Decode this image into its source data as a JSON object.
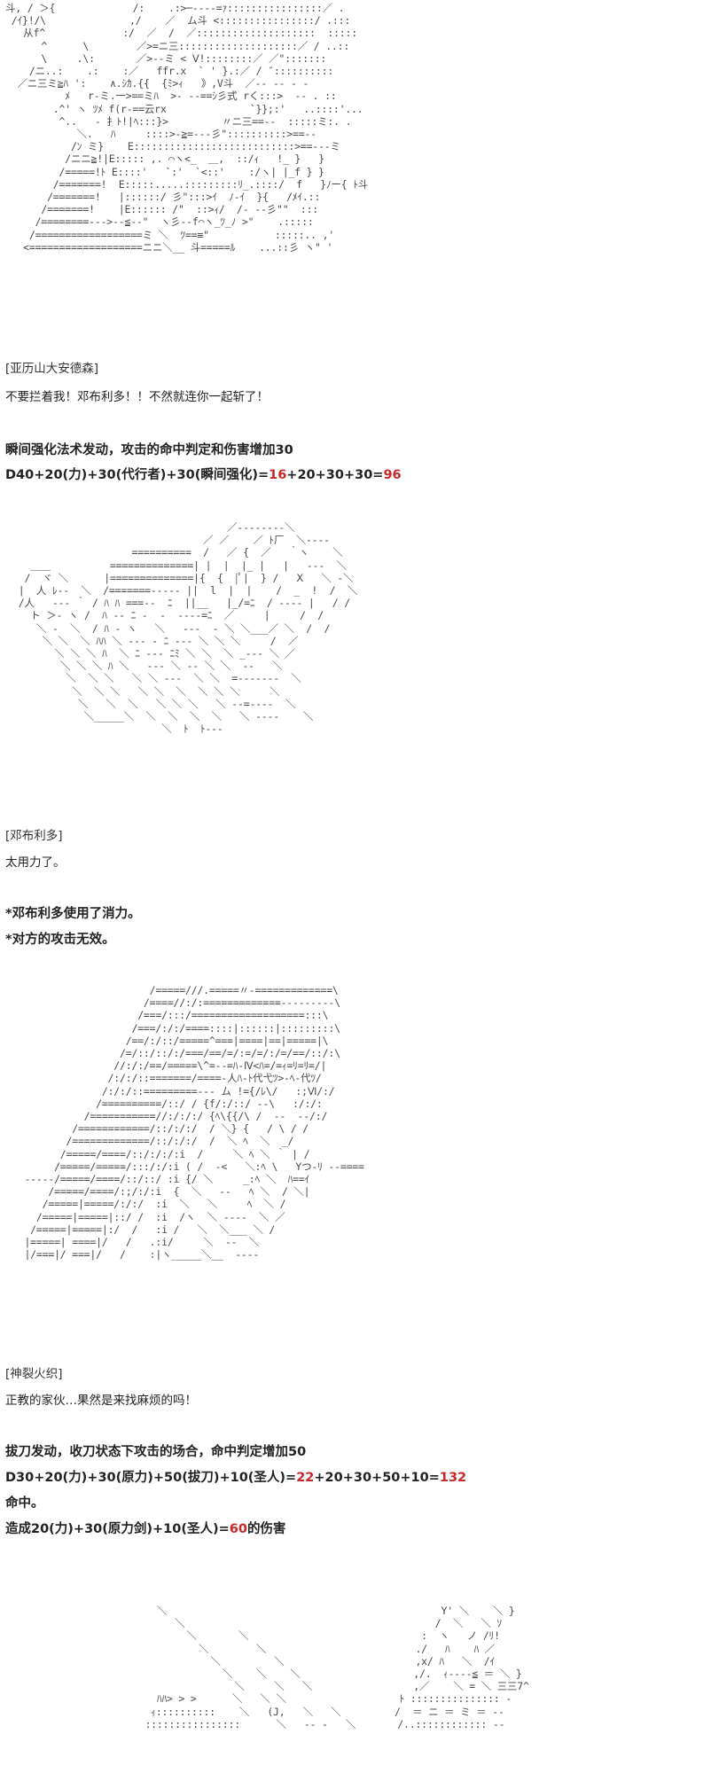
{
  "colors": {
    "text": "#222222",
    "highlight": "#c62828",
    "art": "#4a4a4a"
  },
  "scene1": {
    "art": "斗, / ＞{             /:    .:>─‐‐‐‐=ｧ::::::::::::::::／ .\n /ｲ}!/\\              ,/    ／  ム斗 <::::::::::::::::/ .:::\n   从f^             :/  ／  /  ／::::::::::::::::::::  :::::\n      ^      \\        ／>=ニ三::::::::::::::::::::／ / ..::\n      \\     .\\:       ／>‐‐ミ < Ⅴ!::::::::／ ／\":::::::\n    /ニ..:    .:    :／   ffr.x  ` ' }.:／ / ″::::::::::\n  ／ニ三ミ≧ﾊ ':    ∧.ｼｶ.{{  {ﾐ>ｨ   》,V斗  ／‐‐ ‐‐ ‐ ‐\n          ﾒ   r‐ミ.一>==ミﾊ  >‐ ‐‐==ｼ彡式 rく:::>  ‐‐ . ::\n        .^' ヽ ﾂﾒ f(r‐==云rx              `}};:'   ..::::'...\n         ^..   ‐ 扌ﾄ!|ﾍ:::}>         〃ニ三==‐‐  :::::ミ:. .\n            ＼.   ﾊ     ::::>‐≧=‐‐‐彡\"::::::::::>==‐‐\n           /ﾝ ミ}    E:::::::::::::::::::::::::::>==‐‐‐ミ\n          /ニニ≧!|E::::: ,. ⌒ヽ<_  ＿,  ::/ｨ   !_ }   }\n         /=====!ﾄ E::::'   `:'  `<::'    :/ヽ| |_f } }\n        /=======!  E:::::.....:::::::::ﾘ_.::::/  f   }ﾉー{ ﾄ斗\n       /=======!   |::::::/ 彡\":::>ｲ  ﾉ‐ｲ  }{   /ﾒｲ.::\n      /=======!    |E:::::: /\"  ::>ｨ/  /‐ ‐‐彡\"\"  :::\n     /========‐‐‐>‐‐≦‐‐\"  ヽ彡‐‐f⌒ヽ_ﾂ_ﾉ >\"    .:::::\n    /==================ミ ＼  ﾂ==≡\"           :::::.. ,'\n   <===================ニニ＼__ 斗=====ﾙ    ...::彡 ヽ\" '",
    "speaker": "[亚历山大安德森]",
    "dialogue": "不要拦着我！邓布利多！！不然就连你一起斩了！",
    "skill_line": "瞬间强化法术发动，攻击的命中判定和伤害增加30",
    "roll_formula": "D40+20(力)+30(代行者)+30(瞬间强化)=",
    "roll_die": "16",
    "roll_rest": "+20+30+30=",
    "roll_total": "96"
  },
  "scene2": {
    "art": "                                    ／‐‐‐‐‐‐‐‐＼\n                                ／ ／    ／ ﾄ厂  ＼‐‐‐‐\n                    ==========  /   ／ {  ／   ｀ヽ    ＼\n   ＿＿          ==============| |  |  |_ |   |   ‐‐‐  ＼\n  /  ヾ ＼      |==============|{  {  |ﾟ|  } /   Ⅹ   ＼ ‐＼\n |  人 ﾚ‐‐  ＼  /=======‐‐‐‐‐ ||  l  |  |    /  _  !  /  ＼\n /人   ‐‐‐ ｀ / ﾊ ﾊ ===‐‐  ﾆ  ||__   |_/=ﾆ  / ‐‐‐‐ |   / /\n   ト ＞‐ ヽ /  ﾊ ‐‐ ﾆ ‐  ‐  ‐‐‐‐=ﾆ  ／     |     /  /\n    ＼ ‐  ＼  / ﾊ ‐ ヽ   ＼   ‐‐‐  ‐ ＼ ＼___／ ＼  /  /\n     ＼ ＼  ＼ ﾊﾊ ＼ ‐‐‐ ‐ ﾆ ‐‐‐ ＼ ＼ ＼     /  ／\n       ＼ ＼ ＼ ﾊ  ＼ ﾆ ‐‐‐ ﾆﾐ ＼ ＼  ＼ _‐‐‐ ＼ ／\n        ＼ ＼ ＼ ﾊ ＼   ‐‐‐ ＼ ‐‐ ＼ ＼  ‐‐   ＼\n         ＼  ＼ ＼   ＼ ＼ ‐‐‐  ＼ ＼  =‐‐‐‐‐‐‐  ＼\n          ＼  ＼ ＼   ＼ ＼  ＼  ＼ ＼ ＼     ＼\n           ＼   ＼  ＼   ＼ ＼ ＼   ＼ ‐‐=‐‐‐‐  ＼\n            ＼_____＼  ＼  ＼  ＼  ＼   ＼ ‐‐‐‐    ＼\n                         ＼  ﾄ  ﾄ‐‐‐",
    "speaker": "[邓布利多]",
    "dialogue": "太用力了。",
    "status_line_1": "*邓布利多使用了消力。",
    "status_line_2": "*对方的攻击无效。"
  },
  "scene3": {
    "art": "                       /=====///.=====〃‐=============\\\n                      /====//:/:=============‐‐‐‐‐‐‐‐‐\\\n                     /===/:::/===================:::\\\n                    /===/:/:/====::::|::::::|:::::::::\\\n                   /==/:/::/=====^===|====|==|=====|\\\n                  /=/::/::/:/===/==/=/:=/=/:/=/==/::/:\\\n                 //:/:/==/=====\\^=‐‐=ﾊ‐Ⅳ<ﾊ=/=ｨ=ﾘ=ﾘ=/|\n                /:/:/::=======/====‐人ﾊ‐ﾄ代弋ﾂ>‐ﾍ‐代ﾂ/\n               /:/:/::=========‐‐‐ ム !={/ﾚ\\/   :;Ⅵ/:/\n              /==========/::/ / {f/:/::/ ‐‐\\   :/:/:\n            /===========//:/:/:/ {ﾍ\\{{/\\ /  ‐‐  ‐‐/:/\n          /============/::/:/:/  / ＼} {   / \\ / /\n         /=============/::/:/:/  /  ＼ ﾍ  ＼  _/\n        /=====/====/::/:/:/:i  /     ＼ ﾍ ＼ ｀ | /\n       /=====/=====/:::/:/:i ( /  ‐<   ＼:ﾍ \\   Yつ‐ﾘ ‐‐====\n  ‐‐‐‐‐/=====/====/::/::/ :i {/ ＼     _:ﾍ ＼  ﾊ==ｲ\n      /=====/====/:;/:/:i  {  ＼   ‐‐   ﾍ ＼  / ＼|\n     /=====|=====/:/:/  :i  ＼   ＼     ﾍ  ＼ /\n    /=====|=====|::/ /  :i  /ヽ  ＼ ‐‐‐‐  ＼ ／\n   /=====|=====|:/  /   :i /   ＼  ＼___ ＼ /\n  |=====| ====|/   /   .:i/     ＼  ‐‐  ＼\n  |/===|/ ===|/   /    :|ヽ_____＼__  ‐‐‐‐",
    "speaker": "[神裂火织]",
    "dialogue": "正教的家伙…果然是来找麻烦的吗！",
    "skill_line": "拔刀发动，收刀状态下攻击的场合，命中判定增加50",
    "roll_formula": "D30+20(力)+30(原力)+50(拔刀)+10(圣人)=",
    "roll_die": "22",
    "roll_rest": "+20+30+50+10=",
    "roll_total": "132",
    "hit_line": "命中。",
    "damage_prefix": "造成20(力)+30(原力剑)+10(圣人)=",
    "damage_value": "60",
    "damage_suffix": "的伤害"
  },
  "scene4": {
    "art": "    ＼                                              Y' ＼    ＼ }\n       ＼                                          /  ＼   ＼ ｿ\n         ＼       ＼                             :  ヽ   ノ /ﾘ!\n           ＼        ＼                         ./   ﾊ    ﾊ ／\n             ＼         ＼                      ,x/ ﾊ   ＼  /ｲ\n               ＼    ＼    ＼                   ,/.  ｨ‐‐‐‐≦ ＝ ＼ }\n                 ＼     ＼   ＼                 ,／    ＼ = ＼ 三三7^\n    ﾊﾊ> > >      ＼   ＼ ＼                   ﾄ ::::::::::::::: ‐\n   ｨ::::::::::    ＼   (J,   ＼   ＼         /  ＝ ニ ＝ ミ ＝ ‐‐\n  ::::::::::::::::      ＼   ‐‐ ‐   ＼       /..:::::::::::: ‐‐"
  }
}
